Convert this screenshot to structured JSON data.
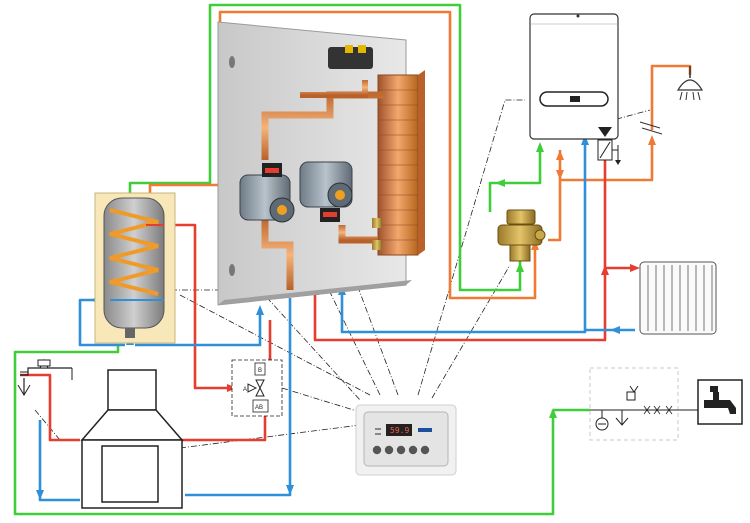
{
  "controller": {
    "display_value": "59.9"
  },
  "valve": {
    "port_b": "B",
    "port_a": "A",
    "port_ab": "AB"
  },
  "colors": {
    "supply": "#e53d2f",
    "return": "#2f8fd8",
    "cold_water": "#3fce3a",
    "dhw": "#ef7a35",
    "control": "#222222"
  },
  "icons": [
    "boiler-icon",
    "gas-boiler-icon",
    "shower-icon",
    "radiator-icon",
    "tap-icon",
    "storage-tank-icon",
    "heat-exchanger-icon",
    "circulation-pump-icon",
    "three-way-valve-icon",
    "thermostatic-mixing-valve-icon",
    "control-unit-icon",
    "expansion-tank-icon",
    "safety-valve-icon",
    "filling-group-icon"
  ]
}
